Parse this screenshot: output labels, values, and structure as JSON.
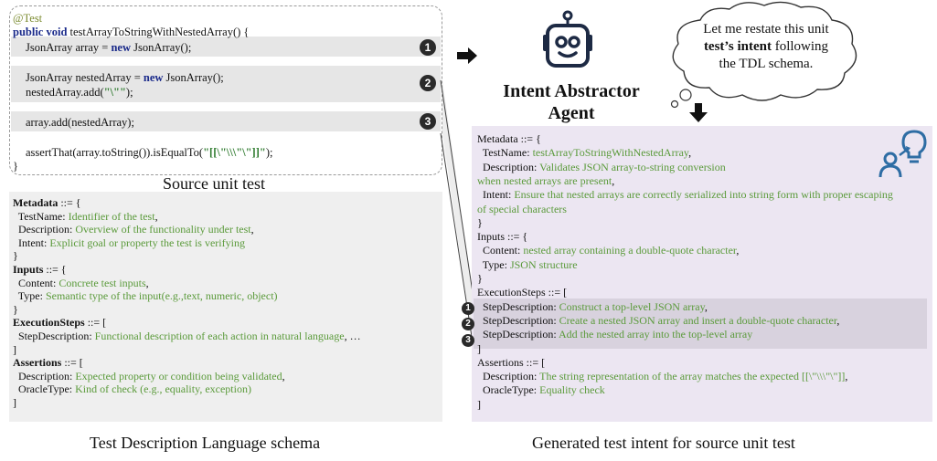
{
  "source_code": {
    "caption": "Source unit test",
    "annotation": "@Test",
    "line1": {
      "kw1": "public void",
      "rest": " testArrayToStringWithNestedArray() {"
    },
    "line2": {
      "pre": "JsonArray array = ",
      "kw": "new",
      "post": " JsonArray();"
    },
    "line3": {
      "pre": "JsonArray nestedArray = ",
      "kw": "new",
      "post": " JsonArray();"
    },
    "line4": {
      "pre": "nestedArray.add(",
      "str": "\"\\\"\"",
      "post": ");"
    },
    "line5": "array.add(nestedArray);",
    "line6": {
      "pre": "assertThat(array.toString()).isEqualTo(",
      "str": "\"[[\\\"\\\\\\\"\\\"]]\"",
      "post": ");"
    },
    "close": "}",
    "markers": [
      "1",
      "2",
      "3"
    ]
  },
  "agent": {
    "name_line1": "Intent Abstractor",
    "name_line2": "Agent",
    "icon": "robot-icon",
    "bubble_line1": "Let me restate this unit",
    "bubble_bold": "test’s intent",
    "bubble_line2_rest": " following",
    "bubble_line3": "the TDL schema."
  },
  "schema": {
    "caption": "Test Description Language schema",
    "lines": [
      {
        "k": "Metadata",
        "sep": " ::= {",
        "bold": true
      },
      {
        "k": "  TestName: ",
        "v": "Identifier of the test",
        "tail": ","
      },
      {
        "k": "  Description: ",
        "v": "Overview of the functionality under test",
        "tail": ","
      },
      {
        "k": "  Intent: ",
        "v": "Explicit goal or property the test is verifying",
        "tail": ""
      },
      {
        "k": "}",
        "v": "",
        "tail": ""
      },
      {
        "k": "Inputs",
        "sep": " ::= {",
        "bold": true
      },
      {
        "k": "  Content: ",
        "v": "Concrete test inputs",
        "tail": ","
      },
      {
        "k": "  Type: ",
        "v": "Semantic type of the input(e.g.,text, numeric, object)",
        "tail": ""
      },
      {
        "k": "}",
        "v": "",
        "tail": ""
      },
      {
        "k": "ExecutionSteps",
        "sep": " ::= [",
        "bold": true
      },
      {
        "k": "  StepDescription: ",
        "v": "Functional description of each action in natural language",
        "tail": ", …"
      },
      {
        "k": "]",
        "v": "",
        "tail": ""
      },
      {
        "k": "Assertions",
        "sep": " ::= [",
        "bold": true
      },
      {
        "k": "  Description: ",
        "v": "Expected property or condition being validated",
        "tail": ","
      },
      {
        "k": "  OracleType: ",
        "v": "Kind of check (e.g., equality, exception)",
        "tail": ""
      },
      {
        "k": "]",
        "v": "",
        "tail": ""
      }
    ]
  },
  "intent": {
    "caption": "Generated test intent for source unit test",
    "icon": "idea-person-icon",
    "lines": [
      {
        "k": "Metadata ::= {",
        "v": "",
        "tail": ""
      },
      {
        "k": "  TestName: ",
        "v": "testArrayToStringWithNestedArray",
        "tail": ","
      },
      {
        "k": "  Description: ",
        "v": "Validates JSON array-to-string conversion",
        "tail": ""
      },
      {
        "k": "",
        "v": "when nested arrays are present",
        "tail": ","
      },
      {
        "k": "  Intent: ",
        "v": "Ensure that nested arrays are correctly serialized into string form with proper escaping",
        "tail": ""
      },
      {
        "k": "",
        "v": "of special characters",
        "tail": ""
      },
      {
        "k": "}",
        "v": "",
        "tail": ""
      },
      {
        "k": "Inputs ::= {",
        "v": "",
        "tail": ""
      },
      {
        "k": "  Content: ",
        "v": "nested array containing a double-quote character",
        "tail": ","
      },
      {
        "k": "  Type: ",
        "v": "JSON structure",
        "tail": ""
      },
      {
        "k": "}",
        "v": "",
        "tail": ""
      },
      {
        "k": "ExecutionSteps ::= [",
        "v": "",
        "tail": ""
      },
      {
        "k": "  StepDescription: ",
        "v": "Construct a top-level JSON array",
        "tail": ","
      },
      {
        "k": "  StepDescription: ",
        "v": "Create a nested JSON array and insert a double-quote character",
        "tail": ","
      },
      {
        "k": "  StepDescription: ",
        "v": "Add the nested array into the top-level array",
        "tail": ""
      },
      {
        "k": "]",
        "v": "",
        "tail": ""
      },
      {
        "k": "Assertions ::= [",
        "v": "",
        "tail": ""
      },
      {
        "k": "  Description: ",
        "v": "The string representation of the array matches the expected [[\\\"\\\\\\\"\\\"]]",
        "tail": ","
      },
      {
        "k": "  OracleType: ",
        "v": "Equality check",
        "tail": ""
      },
      {
        "k": "]",
        "v": "",
        "tail": ""
      }
    ]
  }
}
